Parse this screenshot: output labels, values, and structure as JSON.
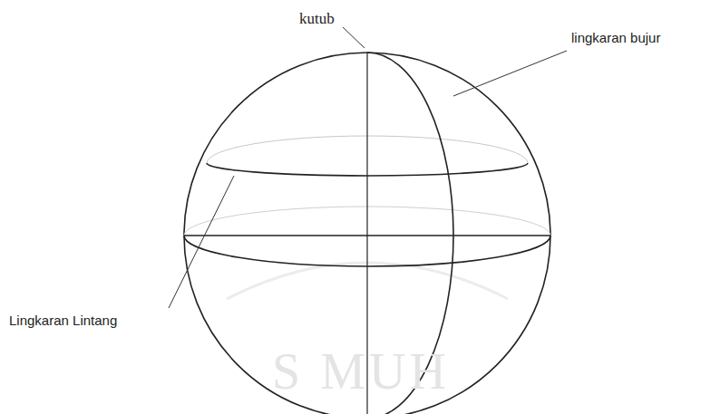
{
  "diagram": {
    "labels": [
      "kutub",
      "lingkaran bujur",
      "Lingkaran Lintang",
      "S MUH"
    ]
  }
}
